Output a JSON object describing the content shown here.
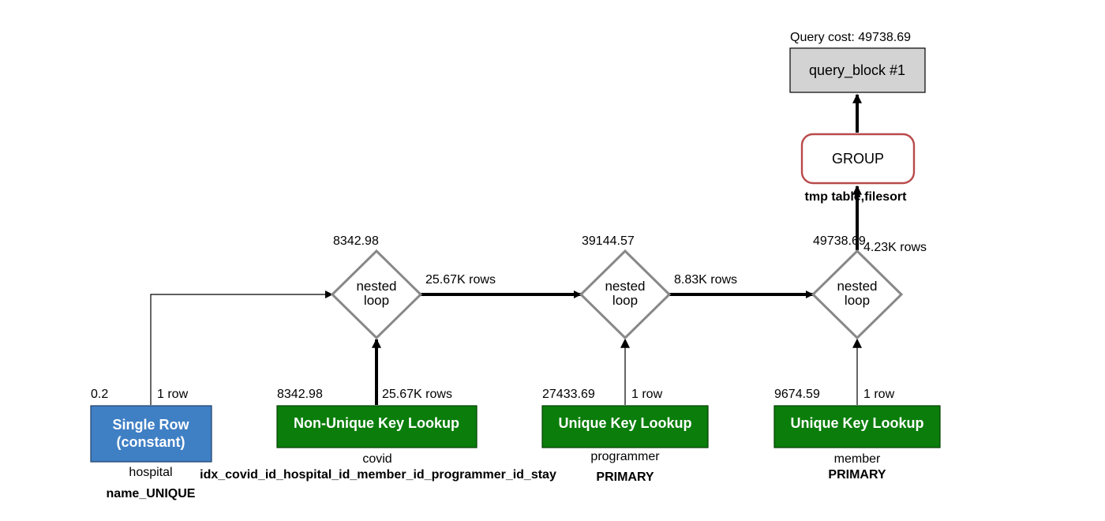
{
  "query_cost_label": "Query cost: 49738.69",
  "query_block": {
    "label": "query_block #1",
    "fill": "#d3d3d3"
  },
  "group": {
    "label": "GROUP",
    "note": "tmp table,filesort",
    "border": "#b94a4a"
  },
  "nested_loops": [
    {
      "line1": "nested",
      "line2": "loop",
      "cost": "8342.98"
    },
    {
      "line1": "nested",
      "line2": "loop",
      "cost": "39144.57"
    },
    {
      "line1": "nested",
      "line2": "loop",
      "cost": "49738.69"
    }
  ],
  "edges": {
    "hospital_rows": "1 row",
    "covid_rows": "25.67K rows",
    "nl1_rows": "25.67K rows",
    "programmer_rows": "1 row",
    "nl2_rows": "8.83K rows",
    "member_rows": "1 row",
    "nl3_rows": "4.23K rows"
  },
  "tables": [
    {
      "access_line1": "Single Row",
      "access_line2": "(constant)",
      "cost": "0.2",
      "table_name": "hospital",
      "key": "name_UNIQUE",
      "fill": "#3f7fc4"
    },
    {
      "access_line1": "Non-Unique Key Lookup",
      "access_line2": "",
      "cost": "8342.98",
      "table_name": "covid",
      "key": "idx_covid_id_hospital_id_member_id_programmer_id_stay",
      "fill": "#0a7d0a"
    },
    {
      "access_line1": "Unique Key Lookup",
      "access_line2": "",
      "cost": "27433.69",
      "table_name": "programmer",
      "key": "PRIMARY",
      "fill": "#0a7d0a"
    },
    {
      "access_line1": "Unique Key Lookup",
      "access_line2": "",
      "cost": "9674.59",
      "table_name": "member",
      "key": "PRIMARY",
      "fill": "#0a7d0a"
    }
  ]
}
